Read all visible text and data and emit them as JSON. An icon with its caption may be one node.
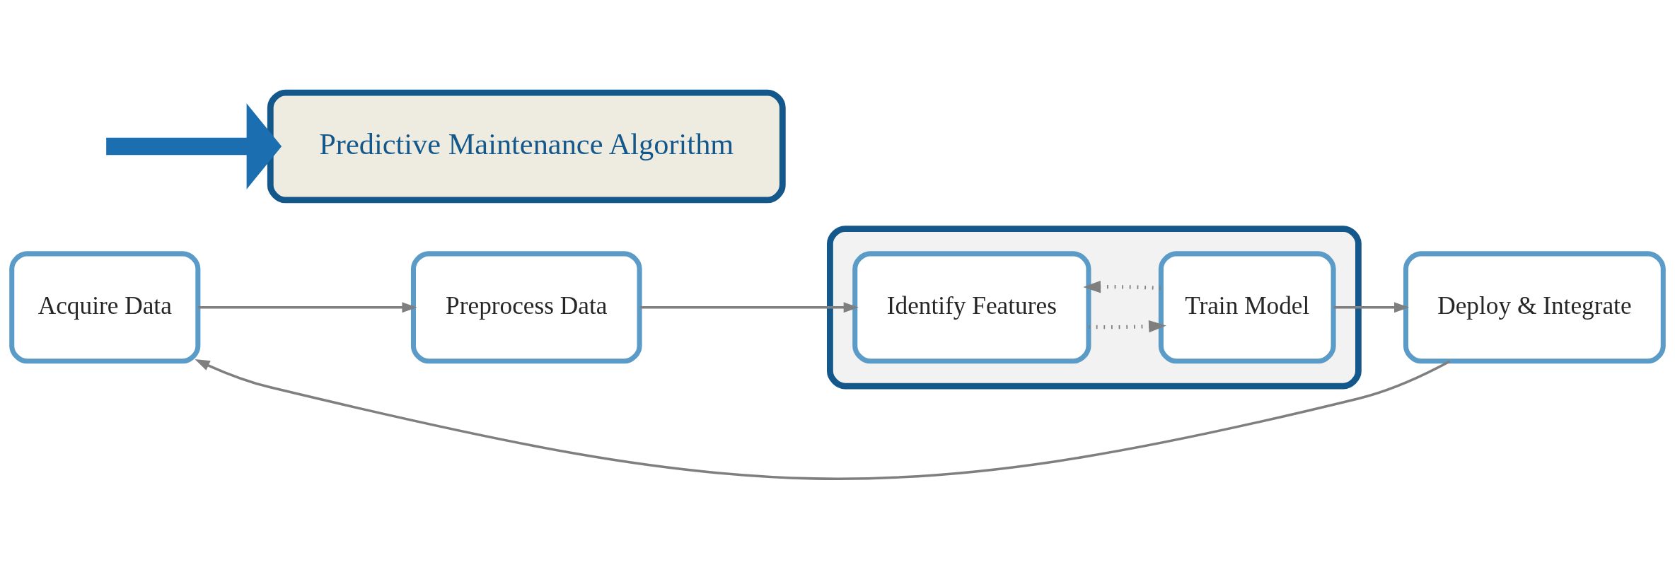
{
  "diagram": {
    "nodes": [
      {
        "text": [
          "Acquire Data"
        ]
      },
      {
        "text": [
          "Preprocess Data"
        ]
      },
      {
        "text": [],
        "shape": "box"
      },
      {
        "text": [
          "Identify Features"
        ],
        "in": 2
      },
      {
        "text": [
          "Train Model"
        ],
        "in": 2
      },
      {
        "text": [
          "Deploy & Integrate"
        ]
      },
      {
        "text": [
          "Predictive Maintenance Algorithm"
        ]
      }
    ],
    "edges": [
      {
        "from": 0,
        "to": 1,
        "arrow": "to"
      },
      {
        "from": 1,
        "to": 3,
        "arrow": "to"
      },
      {
        "from": 3,
        "to": 4,
        "arrow": "to",
        "style": "dashed"
      },
      {
        "from": 4,
        "to": 3,
        "arrow": "to",
        "style": "dashed"
      },
      {
        "from": 4,
        "to": 5,
        "arrow": "to"
      },
      {
        "from": 5,
        "to": 0,
        "arrow": "to"
      },
      {
        "from": null,
        "to": 6,
        "arrow": "to",
        "style": "thick",
        "color": "#1b6fb0"
      }
    ]
  }
}
